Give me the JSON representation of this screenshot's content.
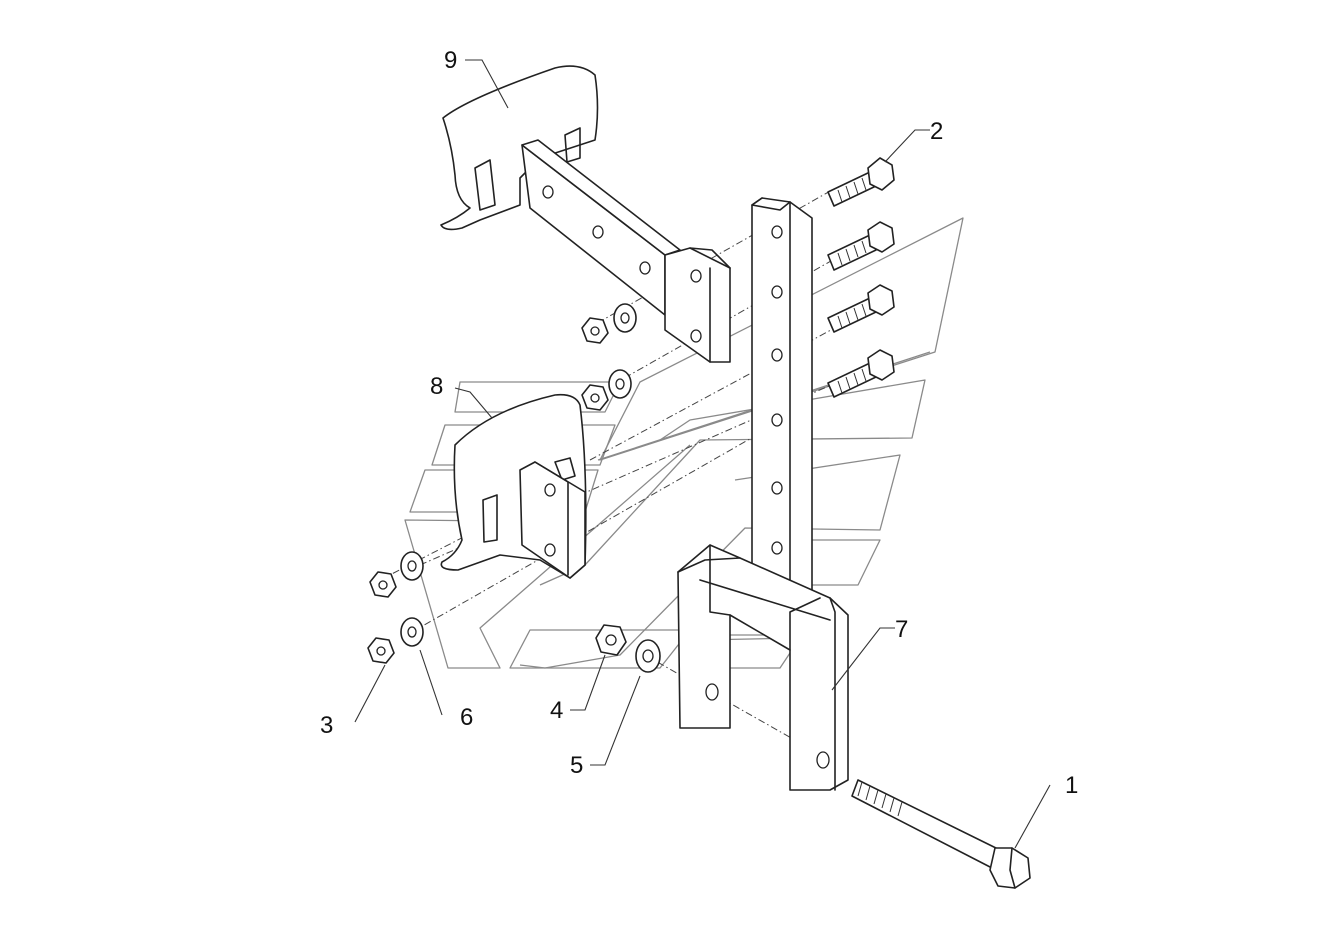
{
  "callouts": [
    {
      "id": "1",
      "text": "1"
    },
    {
      "id": "2",
      "text": "2"
    },
    {
      "id": "3",
      "text": "3"
    },
    {
      "id": "4",
      "text": "4"
    },
    {
      "id": "5",
      "text": "5"
    },
    {
      "id": "6",
      "text": "6"
    },
    {
      "id": "7",
      "text": "7"
    },
    {
      "id": "8",
      "text": "8"
    },
    {
      "id": "9",
      "text": "9"
    }
  ],
  "colors": {
    "line": "#222222",
    "ghost_pattern": "#8a8a8a",
    "background": "#ffffff"
  }
}
